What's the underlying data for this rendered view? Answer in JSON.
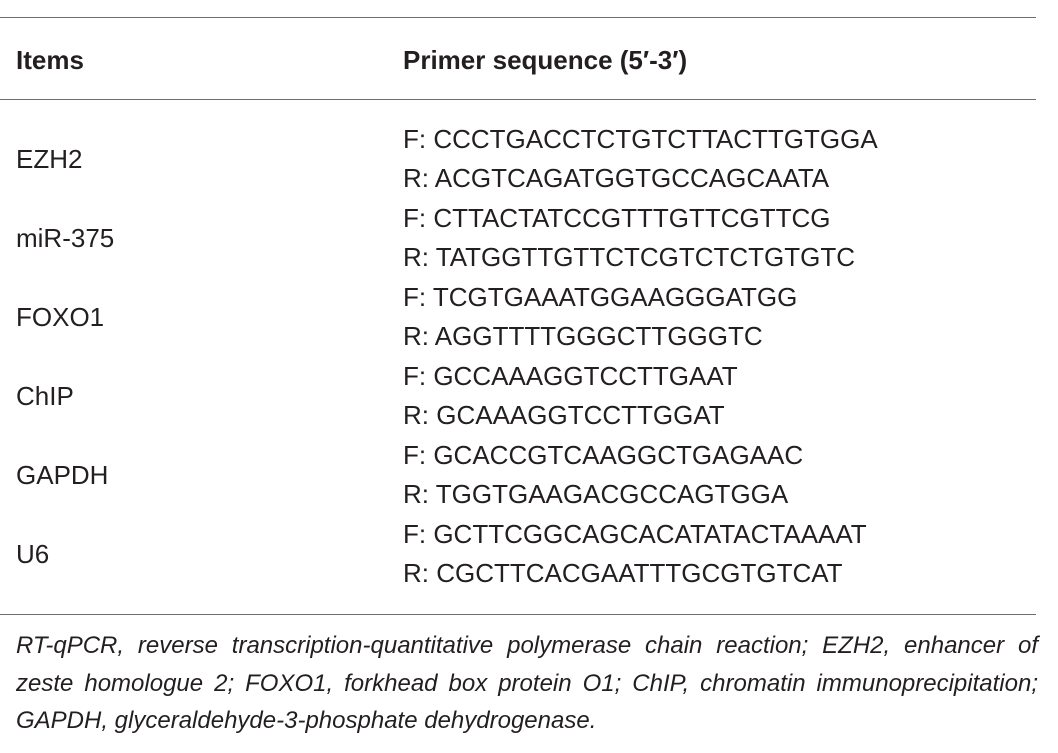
{
  "table": {
    "headers": {
      "items": "Items",
      "sequence": "Primer sequence (5′-3′)"
    },
    "rows": [
      {
        "item": "EZH2",
        "forward": "F: CCCTGACCTCTGTCTTACTTGTGGA",
        "reverse": "R: ACGTCAGATGGTGCCAGCAATA"
      },
      {
        "item": "miR-375",
        "forward": "F: CTTACTATCCGTTTGTTCGTTCG",
        "reverse": "R: TATGGTTGTTCTCGTCTCTGTGTC"
      },
      {
        "item": "FOXO1",
        "forward": "F: TCGTGAAATGGAAGGGATGG",
        "reverse": "R: AGGTTTTGGGCTTGGGTC"
      },
      {
        "item": "ChIP",
        "forward": "F: GCCAAAGGTCCTTGAAT",
        "reverse": "R: GCAAAGGTCCTTGGAT"
      },
      {
        "item": "GAPDH",
        "forward": "F: GCACCGTCAAGGCTGAGAAC",
        "reverse": "R: TGGTGAAGACGCCAGTGGA"
      },
      {
        "item": "U6",
        "forward": "F: GCTTCGGCAGCACATATACTAAAAT",
        "reverse": "R: CGCTTCACGAATTTGCGTGTCAT"
      }
    ]
  },
  "footnote": "RT-qPCR, reverse transcription-quantitative polymerase chain reaction; EZH2, enhancer of zeste homologue 2; FOXO1, forkhead box protein O1; ChIP, chromatin immunoprecipitation; GAPDH, glyceraldehyde-3-phosphate dehydrogenase."
}
